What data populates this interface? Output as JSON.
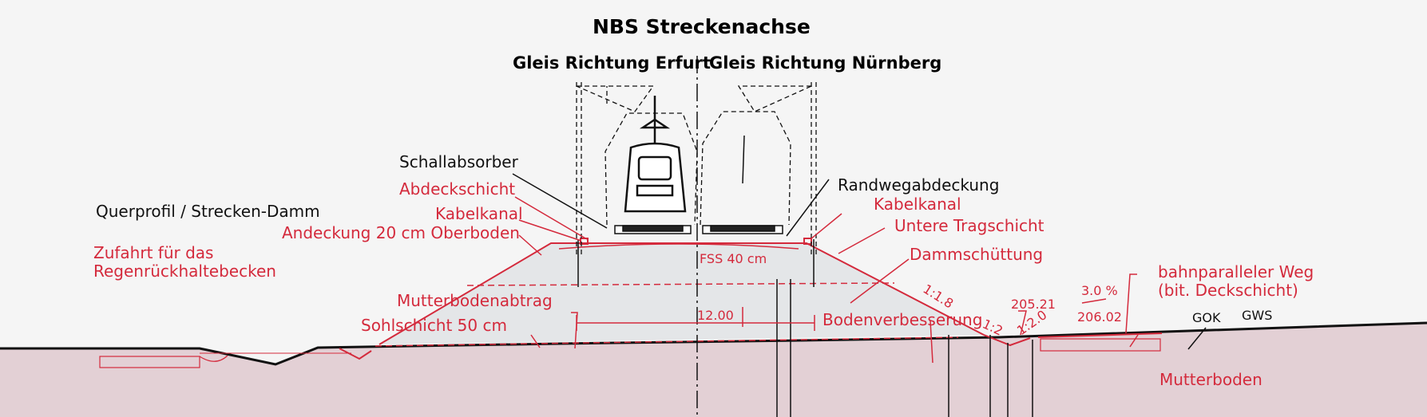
{
  "title": "NBS Streckenachse",
  "headers": {
    "left": "Gleis Richtung Erfurt",
    "right": "Gleis Richtung Nürnberg"
  },
  "labels_black": {
    "schallabsorber": "Schallabsorber",
    "querprofil": "Querprofil / Strecken-Damm",
    "randwegabdeckung": "Randwegabdeckung",
    "gok": "GOK",
    "gws": "GWS"
  },
  "labels_red": {
    "abdeckschicht": "Abdeckschicht",
    "kabelkanal_left": "Kabelkanal",
    "andeckung": "Andeckung 20 cm Oberboden",
    "zufahrt": "Zufahrt für das\nRegenrückhaltebecken",
    "kabelkanal_right": "Kabelkanal",
    "untere_tragschicht": "Untere Tragschicht",
    "dammschuettung": "Dammschüttung",
    "mutterbodenabtrag": "Mutterbodenabtrag",
    "sohlschicht": "Sohlschicht 50 cm",
    "bodenverbesserung": "Bodenverbesserung",
    "bahnparalleler_weg": "bahnparalleler Weg\n(bit. Deckschicht)",
    "mutterboden": "Mutterboden",
    "fss": "FSS 40 cm"
  },
  "dimensions": {
    "width": "12.00",
    "slope_main": "1:1.8",
    "slope_ditch_left": "1:2",
    "slope_ditch_right": "1:2.0",
    "elev_ditch": "205.21",
    "elev_path": "206.02",
    "path_grade": "3.0 %"
  },
  "colors": {
    "annotation_red": "#d42a3c",
    "ground_fill": "#e3d0d5",
    "embankment_fill": "#e4e6e8",
    "background": "#f5f5f5"
  }
}
